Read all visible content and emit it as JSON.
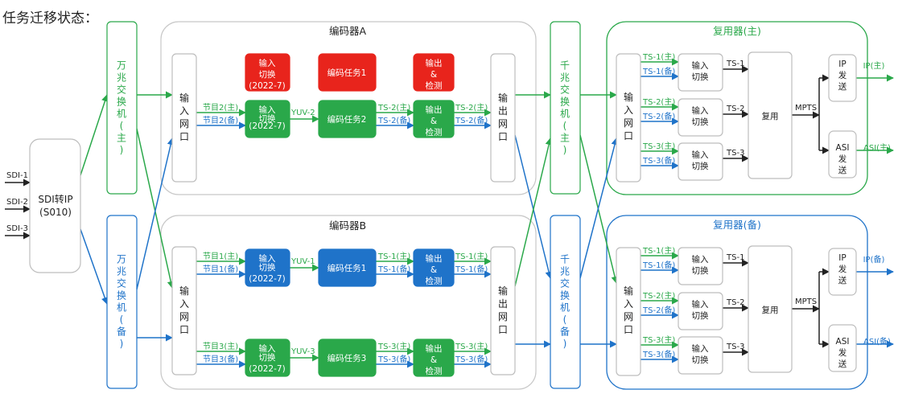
{
  "title": "任务迁移状态：",
  "colors": {
    "green": "#2aa84a",
    "blue": "#1f73c9",
    "red": "#e8241c",
    "dark": "#222222",
    "panel_border": "#bdbdbd",
    "group_border": "#c8c8c8"
  },
  "sdi": {
    "inputs": [
      "SDI-1",
      "SDI-2",
      "SDI-3"
    ],
    "converter_line1": "SDI转IP",
    "converter_line2": "(S010)"
  },
  "switches": {
    "tenG_main": "万兆交换机(主)",
    "tenG_backup": "万兆交换机(备)",
    "oneG_main": "千兆交换机(主)",
    "oneG_backup": "千兆交换机(备)"
  },
  "common": {
    "input_port": "输入网口",
    "output_port": "输出网口",
    "input_switch": "输入切换",
    "version": "(2022-7)",
    "output_detect_1": "输出",
    "output_detect_2": "&",
    "output_detect_3": "检测",
    "mux": "复用",
    "mpts": "MPTS",
    "ip_send": "IP发送",
    "asi_send": "ASI发送"
  },
  "encoderA": {
    "title": "编码器A",
    "red_input_1": "输入",
    "red_input_2": "切换",
    "red_input_3": "(2022-7)",
    "red_task": "编码任务1",
    "red_out_1": "输出",
    "red_out_2": "&",
    "red_out_3": "检测",
    "prog_main": "节目2(主)",
    "prog_backup": "节目2(备)",
    "yuv": "YUV-2",
    "task": "编码任务2",
    "ts_main": "TS-2(主)",
    "ts_backup": "TS-2(备)"
  },
  "encoderB": {
    "title": "编码器B",
    "r1_prog_main": "节目1(主)",
    "r1_prog_backup": "节目1(备)",
    "r1_yuv": "YUV-1",
    "r1_task": "编码任务1",
    "r1_ts_main": "TS-1(主)",
    "r1_ts_backup": "TS-1(备)",
    "r2_prog_main": "节目3(主)",
    "r2_prog_backup": "节目3(备)",
    "r2_yuv": "YUV-3",
    "r2_task": "编码任务3",
    "r2_ts_main": "TS-3(主)",
    "r2_ts_backup": "TS-3(备)"
  },
  "mux_main": {
    "title": "复用器(主)",
    "rows": [
      {
        "m": "TS-1(主)",
        "b": "TS-1(备)",
        "o": "TS-1"
      },
      {
        "m": "TS-2(主)",
        "b": "TS-2(备)",
        "o": "TS-2"
      },
      {
        "m": "TS-3(主)",
        "b": "TS-3(备)",
        "o": "TS-3"
      }
    ],
    "ip_out": "IP(主)",
    "asi_out": "ASI(主)"
  },
  "mux_backup": {
    "title": "复用器(备)",
    "rows": [
      {
        "m": "TS-1(主)",
        "b": "TS-1(备)",
        "o": "TS-1"
      },
      {
        "m": "TS-2(主)",
        "b": "TS-2(备)",
        "o": "TS-2"
      },
      {
        "m": "TS-3(主)",
        "b": "TS-3(备)",
        "o": "TS-3"
      }
    ],
    "ip_out": "IP(备)",
    "asi_out": "ASI(备)"
  }
}
